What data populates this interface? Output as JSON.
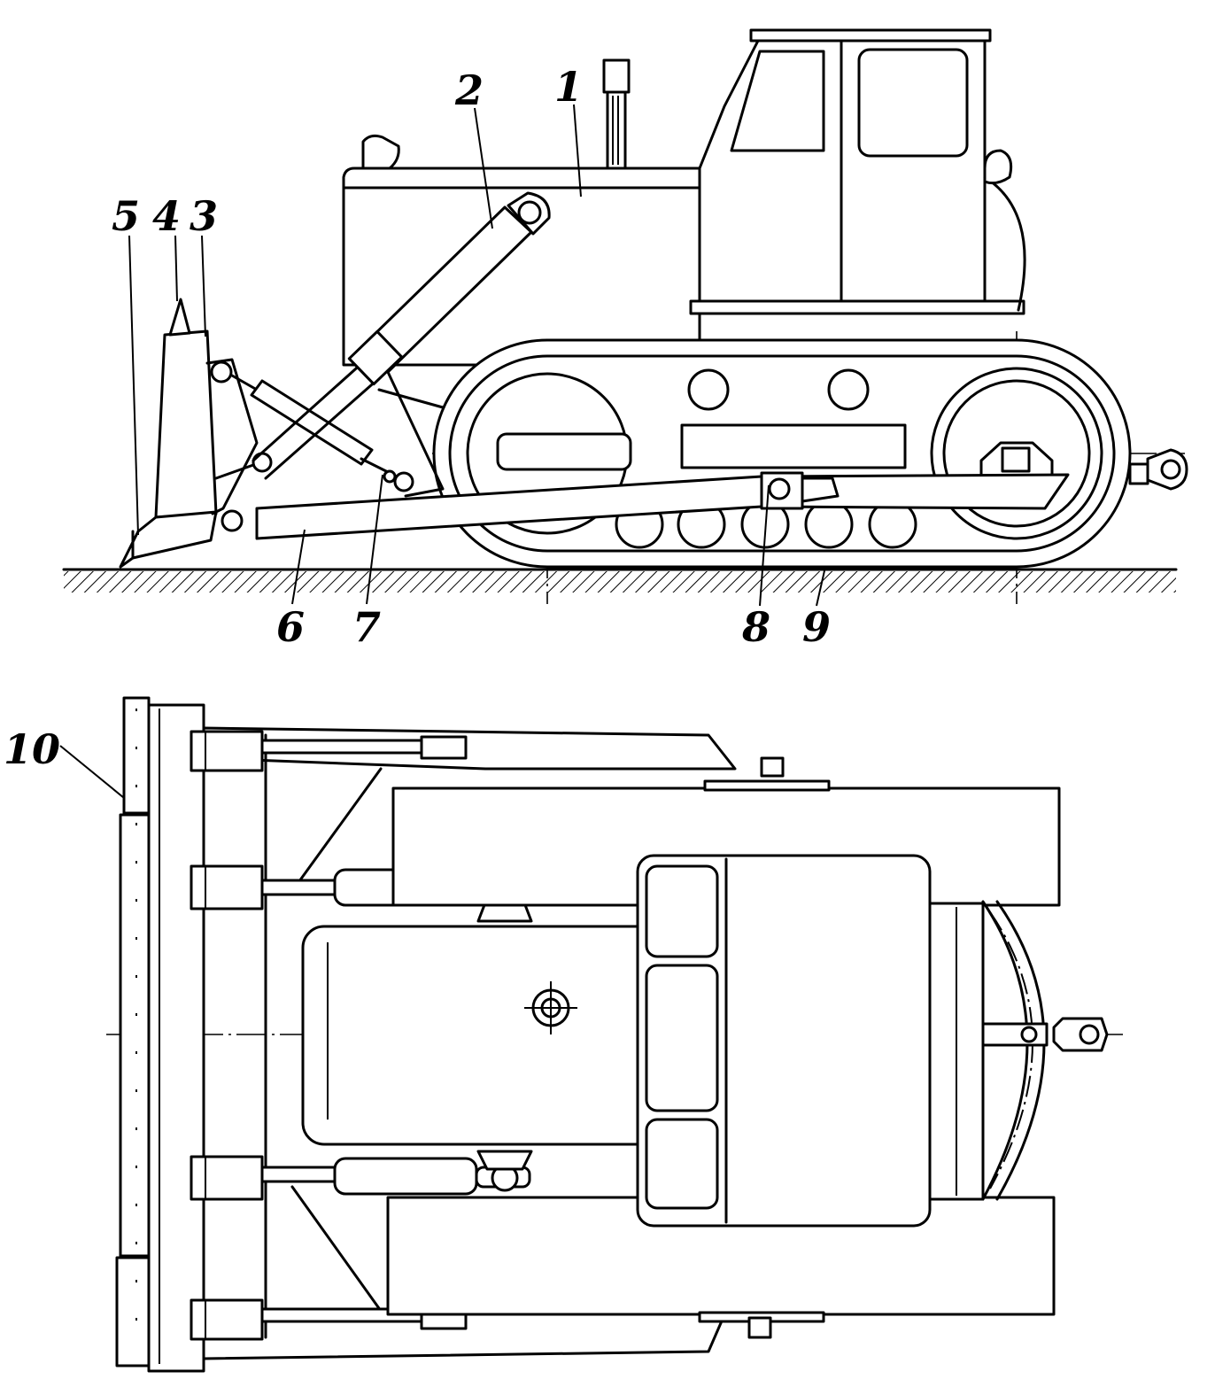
{
  "figure": {
    "side_view": {
      "labels": [
        {
          "id": "1",
          "text": "1"
        },
        {
          "id": "2",
          "text": "2"
        },
        {
          "id": "3",
          "text": "3"
        },
        {
          "id": "4",
          "text": "4"
        },
        {
          "id": "5",
          "text": "5"
        },
        {
          "id": "6",
          "text": "6"
        },
        {
          "id": "7",
          "text": "7"
        },
        {
          "id": "8",
          "text": "8"
        },
        {
          "id": "9",
          "text": "9"
        }
      ]
    },
    "top_view": {
      "labels": [
        {
          "id": "10",
          "text": "10"
        }
      ]
    }
  }
}
